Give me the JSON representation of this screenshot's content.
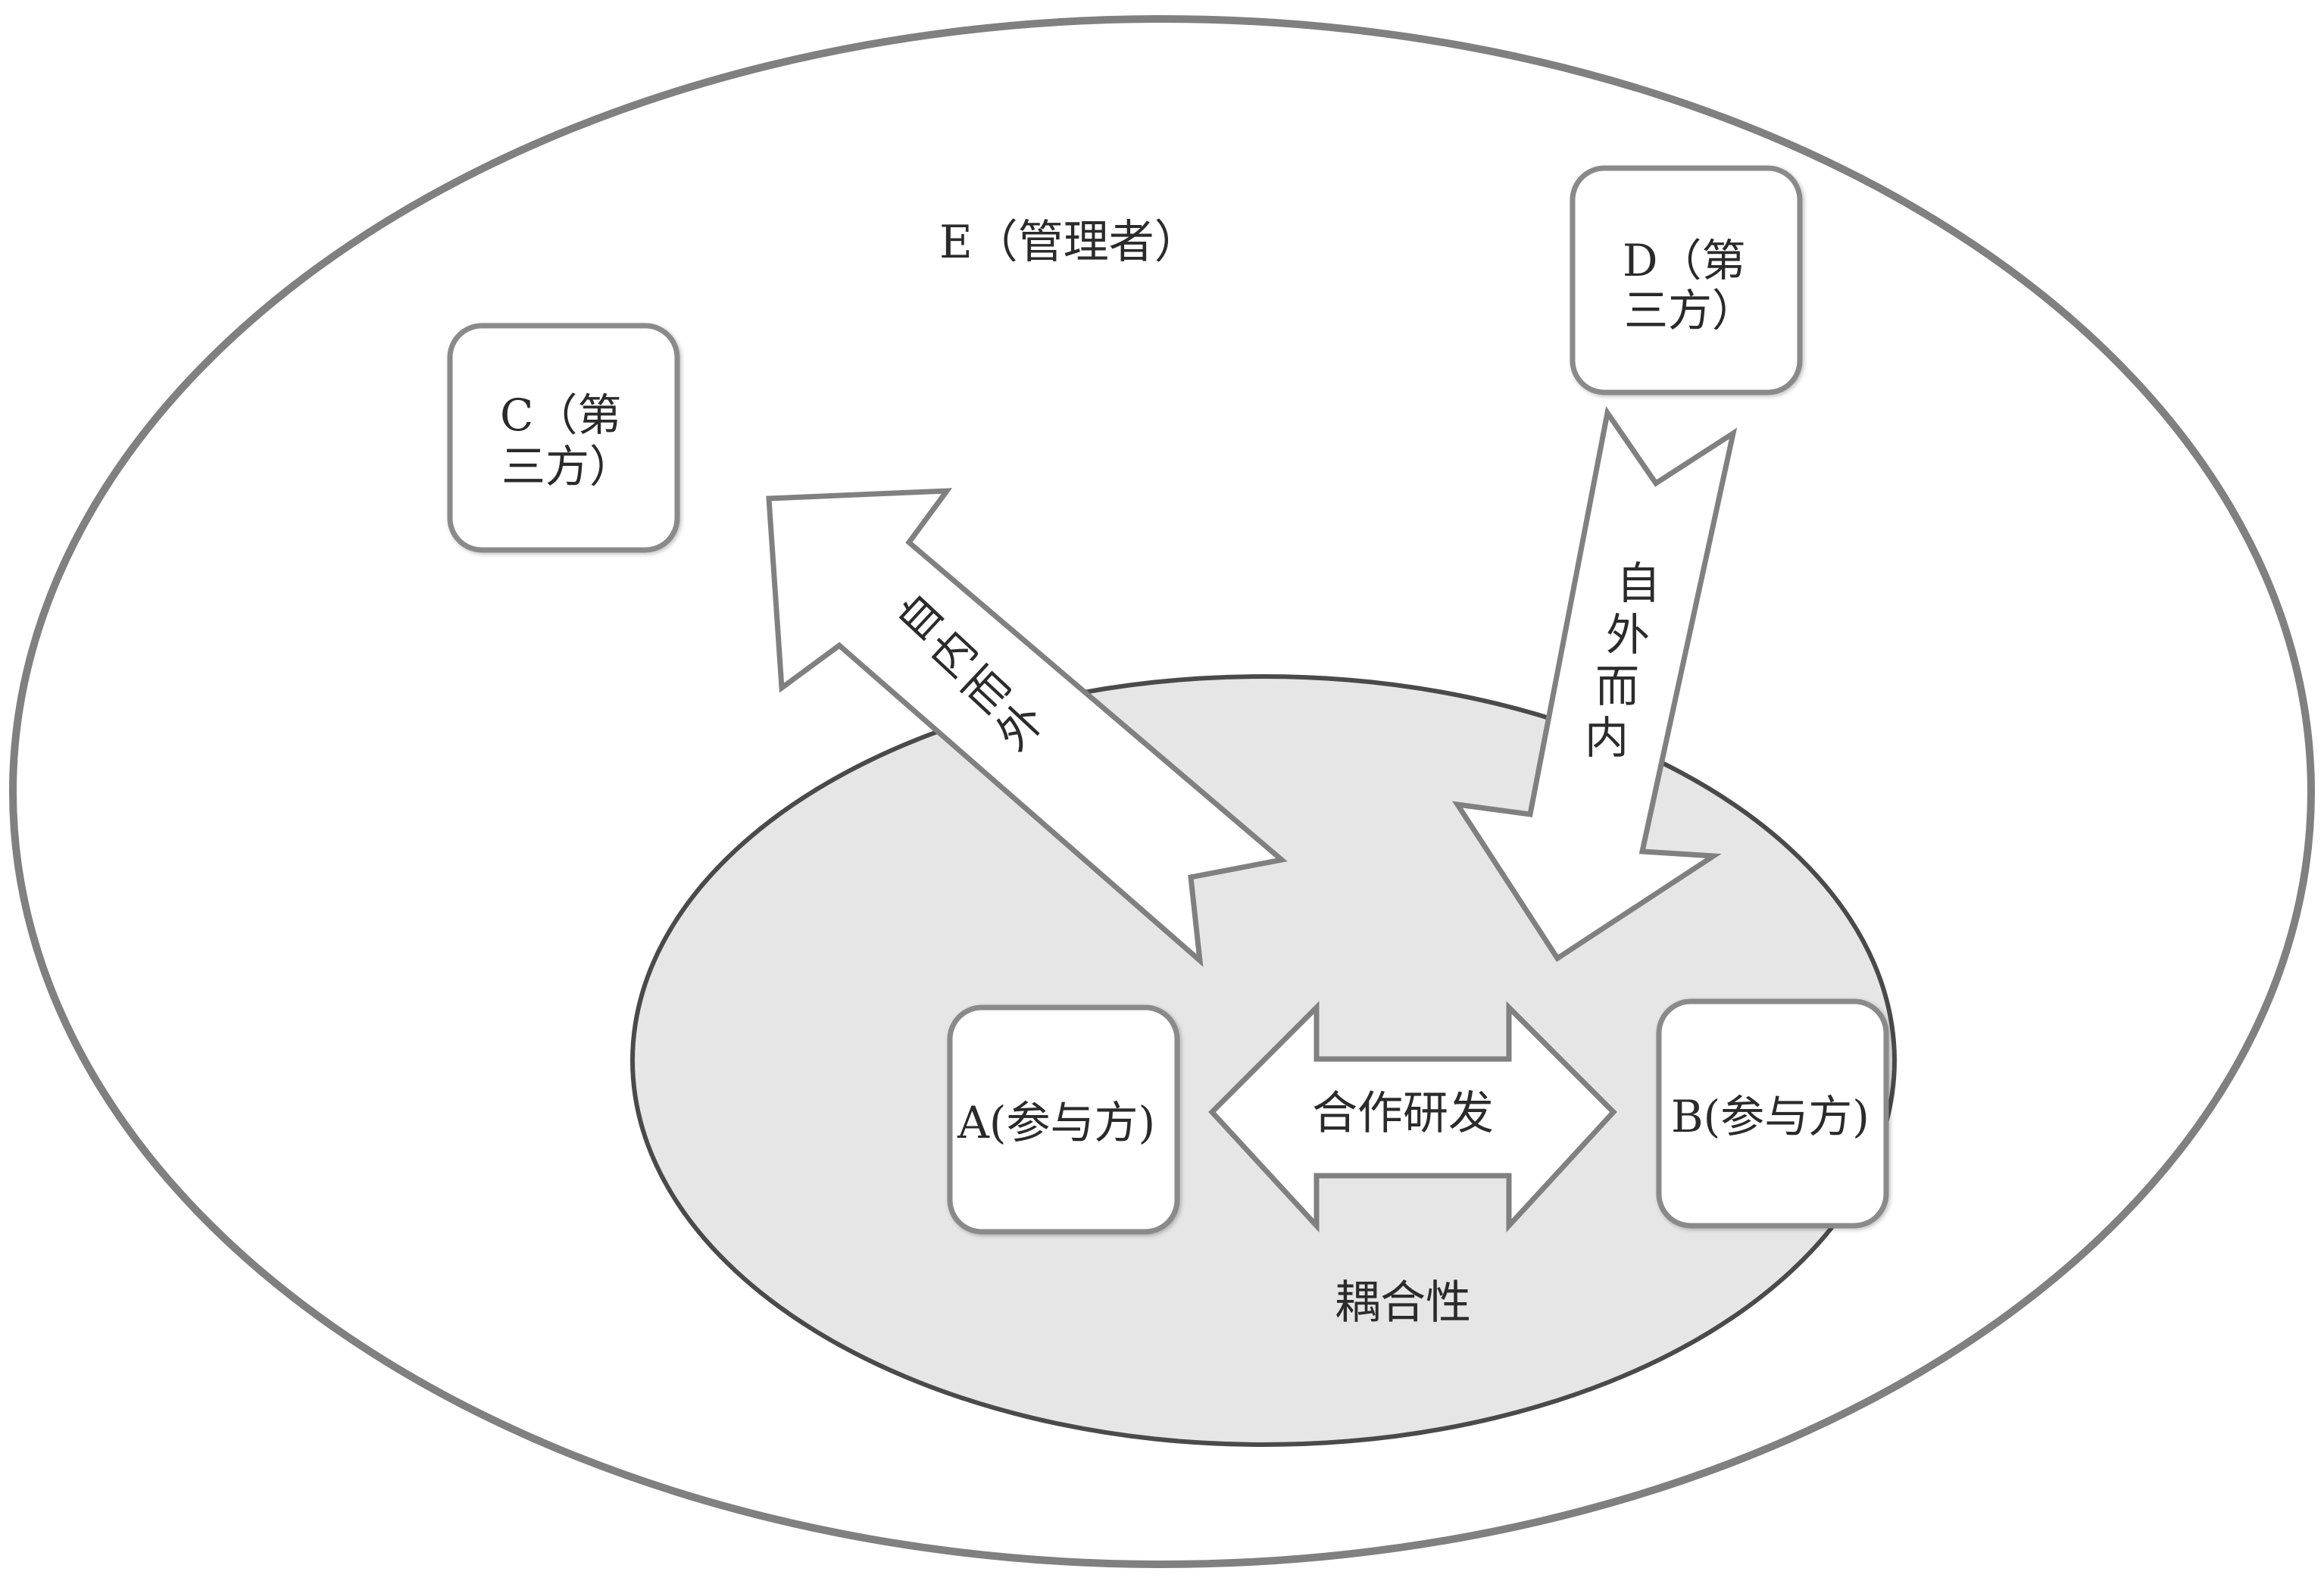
{
  "labels": {
    "manager": "E（管理者）",
    "coupling": "耦合性"
  },
  "nodes": {
    "c_line1": "C（第",
    "c_line2": "三方）",
    "d_line1": "D（第",
    "d_line2": "三方）",
    "a": "A(参与方)",
    "b": "B(参与方)"
  },
  "arrows": {
    "collab": "合作研发",
    "outward_chars": [
      "自",
      "内",
      "而",
      "外"
    ],
    "inward_chars": [
      "自",
      "外",
      "而",
      "内"
    ]
  },
  "colors": {
    "outline": "#808080",
    "inner_fill": "#e6e6e6",
    "inner_outline": "#4a4a4a",
    "box_outline": "#8a8a8a",
    "text": "#2b2b2b"
  }
}
